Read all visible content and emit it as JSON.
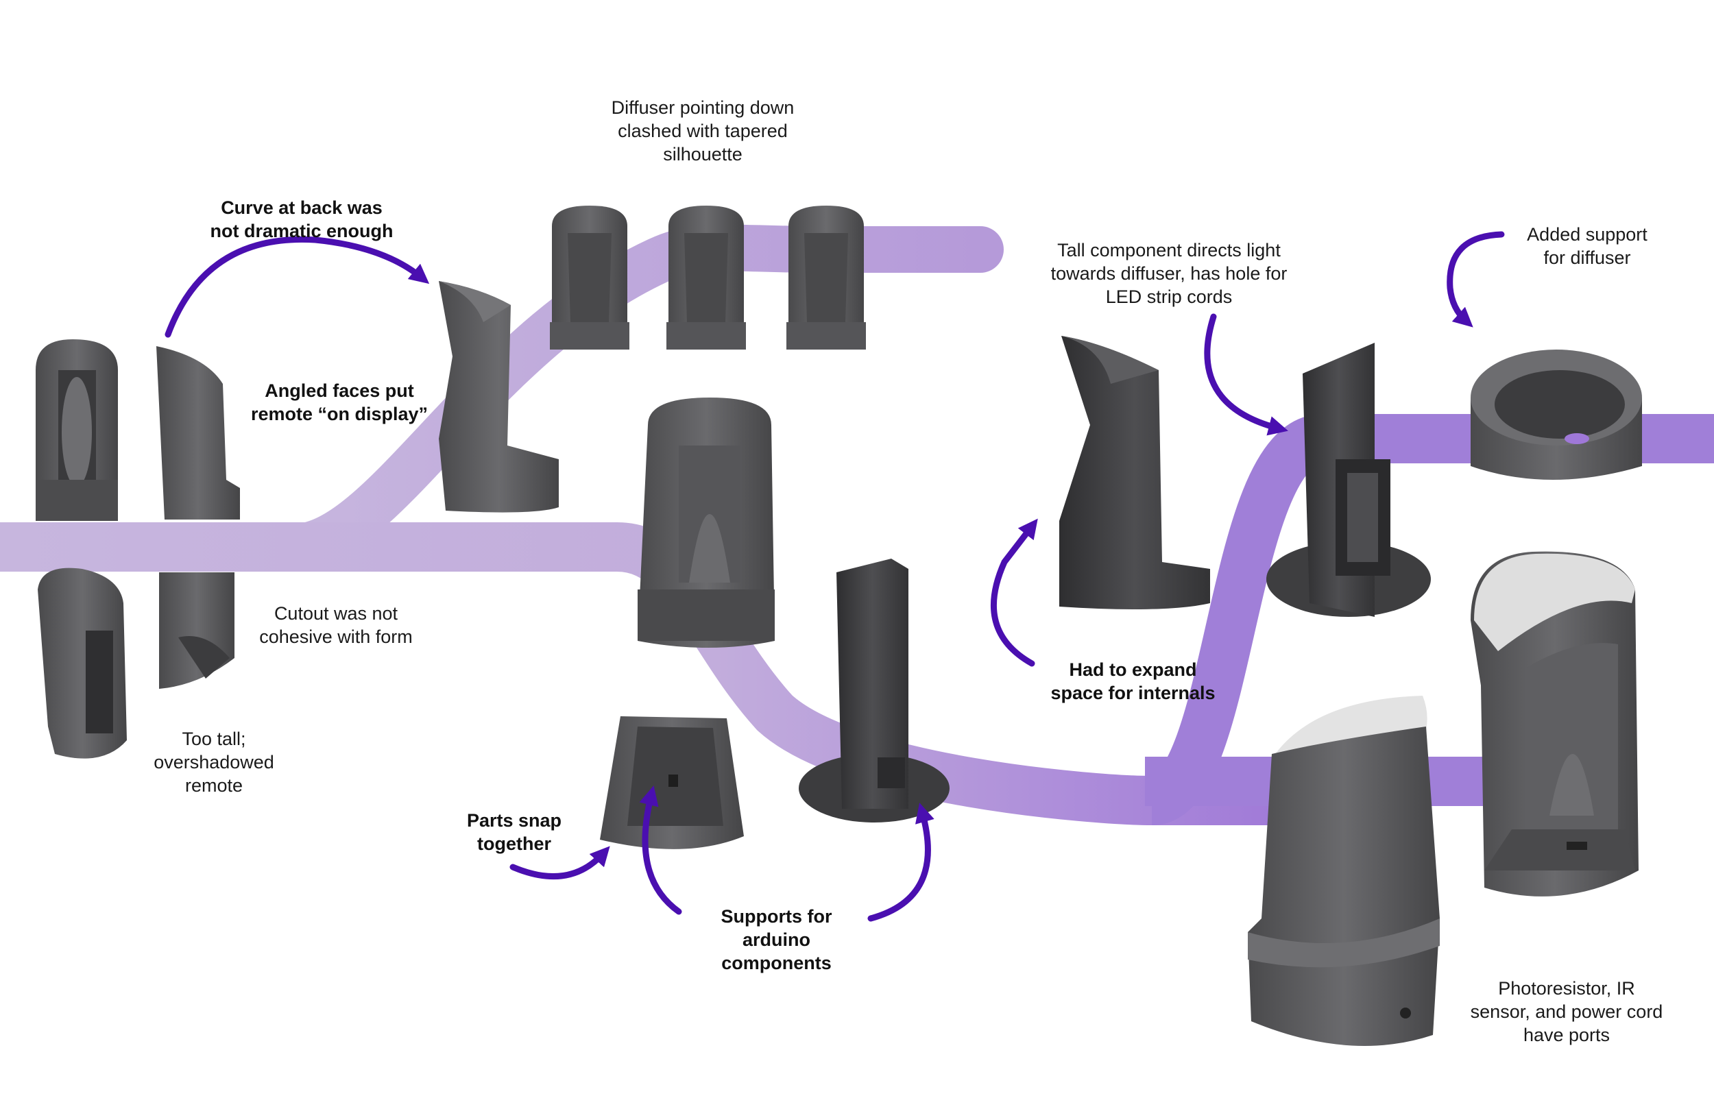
{
  "colors": {
    "path_light": "#c7b6de",
    "path_mid": "#a98bd6",
    "path_strong": "#9f78d8",
    "arrow": "#4a0fb0",
    "part_body": "#5a5a5c",
    "part_dark": "#3b3b3d",
    "part_light": "#8a8a8d",
    "diffuser": "#dcdcdc",
    "background": "#ffffff"
  },
  "annotations": {
    "curve_at_back": "Curve at back was\nnot dramatic enough",
    "angled_faces": "Angled faces put\nremote “on display”",
    "diffuser_pointing_down": "Diffuser pointing down\nclashed with tapered\nsilhouette",
    "cutout_not_cohesive": "Cutout was not\ncohesive with form",
    "too_tall": "Too tall;\novershadowed\nremote",
    "parts_snap": "Parts snap\ntogether",
    "supports_arduino": "Supports for\narduino\ncomponents",
    "had_to_expand": "Had to expand\nspace for internals",
    "tall_component": "Tall component directs light\ntowards diffuser, has hole for\nLED strip cords",
    "added_support": "Added support\nfor diffuser",
    "photoresistor": "Photoresistor, IR\nsensor, and power cord\nhave ports"
  },
  "parts": [
    {
      "name": "front-view-prototype-1"
    },
    {
      "name": "side-view-prototype-1"
    },
    {
      "name": "angled-prototype-2"
    },
    {
      "name": "diffuser-variant-a"
    },
    {
      "name": "diffuser-variant-b"
    },
    {
      "name": "diffuser-variant-c"
    },
    {
      "name": "cutout-prototype-iso"
    },
    {
      "name": "cutout-prototype-back"
    },
    {
      "name": "front-view-prototype-3"
    },
    {
      "name": "base-snap-part"
    },
    {
      "name": "arduino-support-part"
    },
    {
      "name": "expanded-prototype-4"
    },
    {
      "name": "light-director-part"
    },
    {
      "name": "diffuser-support-ring"
    },
    {
      "name": "final-back-view"
    },
    {
      "name": "final-front-view"
    }
  ]
}
